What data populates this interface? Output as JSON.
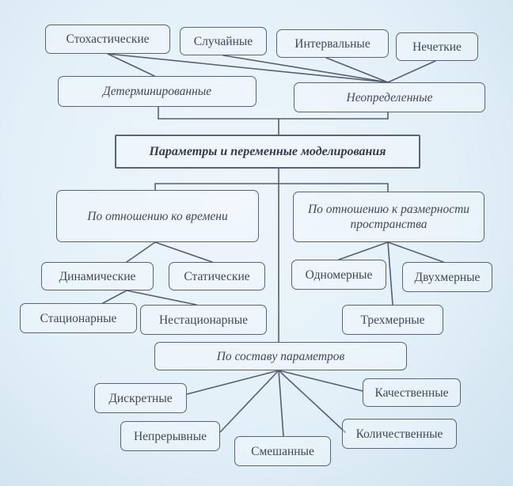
{
  "diagram": {
    "colors": {
      "line": "#565e72",
      "text": "#404858",
      "background": "#e3f0f8"
    },
    "top_types": {
      "stochastic": "Стохастические",
      "random": "Случайные",
      "interval": "Интервальные",
      "fuzzy": "Нечеткие"
    },
    "certainty": {
      "deterministic": "Детерминированные",
      "uncertain": "Неопределенные"
    },
    "root": "Параметры и переменные моделирования",
    "time_branch": {
      "label": "По отношению ко времени",
      "dynamic": "Динамические",
      "static": "Статические",
      "stationary": "Стационарные",
      "nonstationary": "Нестационарные"
    },
    "space_branch": {
      "label": "По отношению к размерности пространства",
      "one_dim": "Одномерные",
      "two_dim": "Двухмерные",
      "three_dim": "Трехмерные"
    },
    "composition_branch": {
      "label": "По составу параметров",
      "discrete": "Дискретные",
      "qualitative": "Качественные",
      "continuous": "Непрерывные",
      "quantitative": "Количественные",
      "mixed": "Смешанные"
    }
  }
}
